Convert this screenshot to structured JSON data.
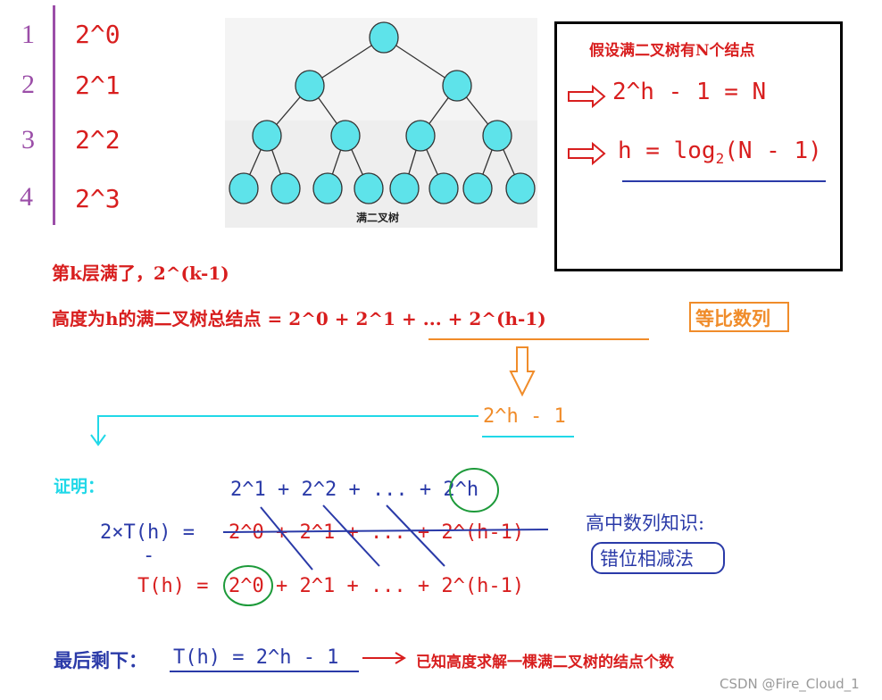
{
  "levels": {
    "numbers": [
      "1",
      "2",
      "3",
      "4"
    ],
    "powers": [
      "2^0",
      "2^1",
      "2^2",
      "2^3"
    ]
  },
  "tree": {
    "caption": "满二叉树"
  },
  "box": {
    "title": "假设满二叉树有N个结点",
    "eq1": "2^h - 1 = N",
    "eq2_main": "h = log",
    "eq2_sub": "2",
    "eq2_end": "(N - 1)"
  },
  "lines": {
    "kth_level": "第k层满了，2^(k-1)",
    "total_prefix": "高度为h的满二叉树总结点 = 2^0 + ",
    "total_series": "2^1 + ... + 2^(h-1)",
    "geo_tag": "等比数列",
    "result": "2^h - 1"
  },
  "proof": {
    "label": "证明：",
    "shifted": "2^1 + 2^2 + ... + 2^h",
    "row1_lhs": "2×T(h) = ",
    "row1_rhs": "2^0 + 2^1 + ... + 2^(h-1)",
    "minus": "-",
    "row2_lhs": "T(h) = ",
    "row2_rhs": "2^0 + 2^1 + ... + 2^(h-1)",
    "knowledge_title": "高中数列知识:",
    "method": "错位相减法"
  },
  "final": {
    "label": "最后剩下：",
    "formula": "T(h) = 2^h - 1",
    "note": "已知高度求解一棵满二叉树的结点个数"
  },
  "watermark": "CSDN @Fire_Cloud_1",
  "colors": {
    "purple": "#9b4ea8",
    "red": "#d81e1e",
    "blue": "#2a3aa8",
    "orange": "#f08c2a",
    "cyan": "#21d8e8",
    "green": "#1d9a3a",
    "node": "#5ee3ea"
  }
}
